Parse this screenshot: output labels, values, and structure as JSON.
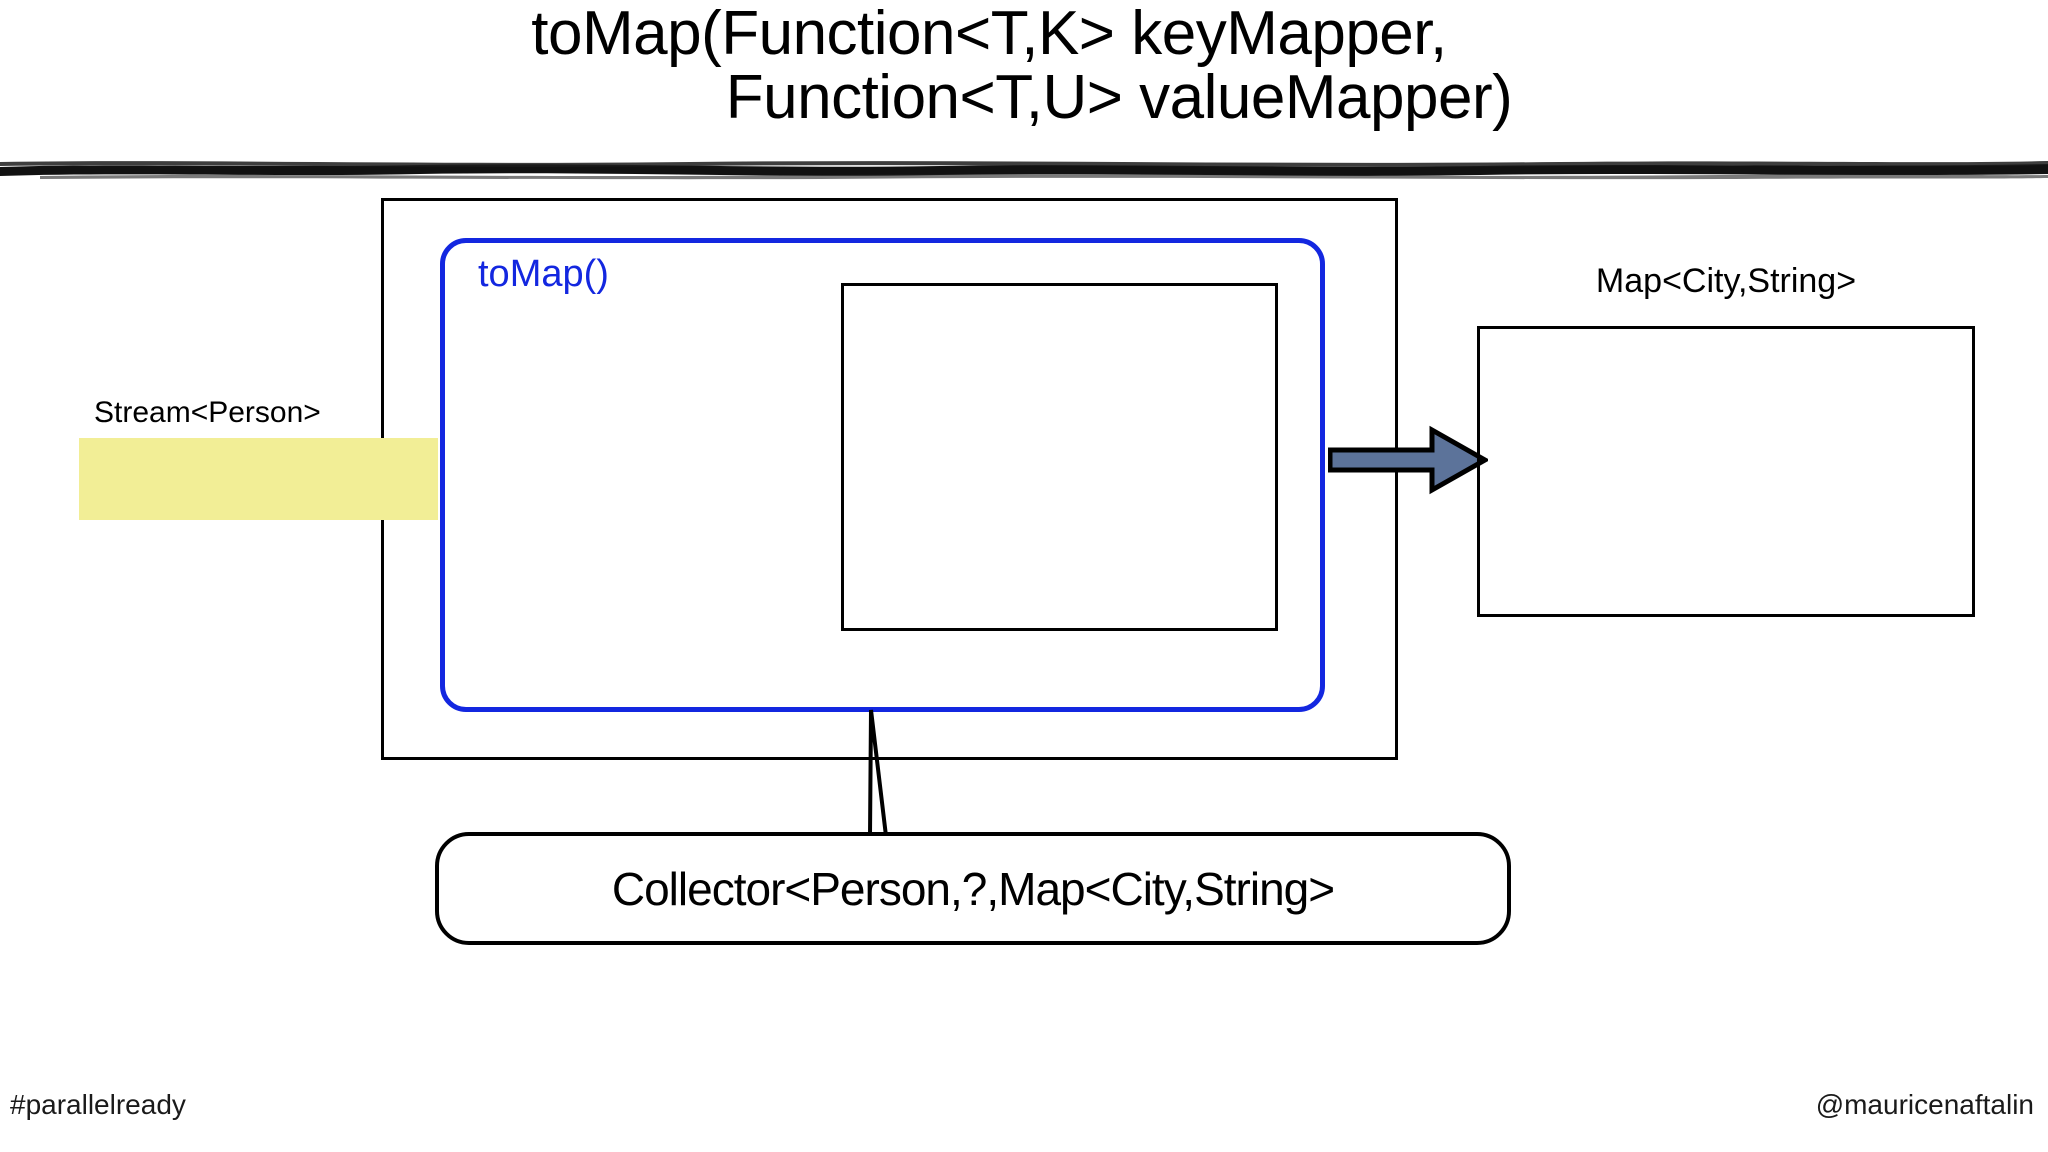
{
  "slide": {
    "title": {
      "line1": "toMap(Function<T,K> keyMapper,",
      "line2": "Function<T,U> valueMapper)"
    },
    "divider": "brush-stroke-rule"
  },
  "diagram": {
    "input": {
      "label": "Stream<Person>",
      "bar_color": "#F2EE96"
    },
    "collector": {
      "label": "toMap()",
      "border_color": "#1327E0"
    },
    "flow_arrow": {
      "icon": "right-block-arrow",
      "fill_color": "#5C739A",
      "stroke_color": "#000000"
    },
    "output": {
      "label": "Map<City,String>"
    },
    "callout": {
      "text": "Collector<Person,?,Map<City,String>"
    }
  },
  "footer": {
    "hashtag": "#parallelready",
    "handle": "@mauricenaftalin"
  }
}
